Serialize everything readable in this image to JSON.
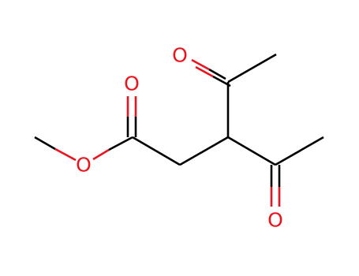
{
  "diagram": {
    "type": "skeletal-structure",
    "colors": {
      "bond": "#000000",
      "oxygen": "#e8141e"
    },
    "atoms": {
      "o_carbonyl_left": {
        "element": "O",
        "label": "O"
      },
      "o_ester": {
        "element": "O",
        "label": "O"
      },
      "o_acetyl_top": {
        "element": "O",
        "label": "O"
      },
      "o_acetyl_bottom": {
        "element": "O",
        "label": "O"
      }
    }
  }
}
